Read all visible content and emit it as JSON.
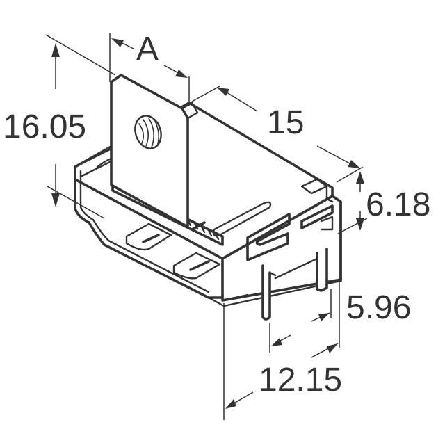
{
  "figure": {
    "type": "technical-dimension-drawing",
    "subject": "right-angle connector with mounting ear (threaded hole) and through-hole pins",
    "line_color": "#333333",
    "background": "#ffffff"
  },
  "dimensions": {
    "height": {
      "label": "16.05"
    },
    "ear_width": {
      "label": "A"
    },
    "length": {
      "label": "15"
    },
    "body_height": {
      "label": "6.18"
    },
    "pin_length": {
      "label": "5.96"
    },
    "pin_span": {
      "label": "12.15"
    }
  }
}
